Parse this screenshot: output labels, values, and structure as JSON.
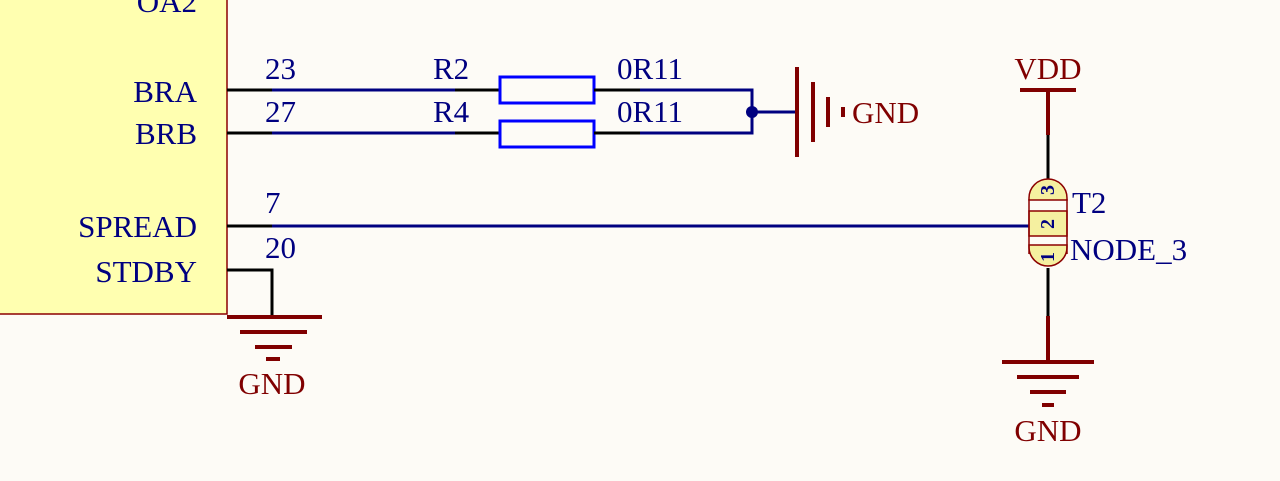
{
  "colors": {
    "background": "#fdfbf6",
    "component_fill": "#ffffb0",
    "component_border": "#8b0000",
    "wire": "#000080",
    "pin": "#000000",
    "resistor": "#0000ff",
    "power": "#800000",
    "pad_fill": "#f5f0a0"
  },
  "chip": {
    "partial_pin_label": "OA2",
    "pins": [
      {
        "name": "BRA",
        "number": "23"
      },
      {
        "name": "BRB",
        "number": "27"
      },
      {
        "name": "SPREAD",
        "number": "7"
      },
      {
        "name": "STDBY",
        "number": "20"
      }
    ]
  },
  "resistors": [
    {
      "designator": "R2",
      "value": "0R11"
    },
    {
      "designator": "R4",
      "value": "0R11"
    }
  ],
  "power": {
    "gnd_net": "GND",
    "vdd_net": "VDD"
  },
  "testpoint": {
    "designator": "T2",
    "comment": "NODE_3",
    "pads": [
      "3",
      "2",
      "1"
    ]
  }
}
